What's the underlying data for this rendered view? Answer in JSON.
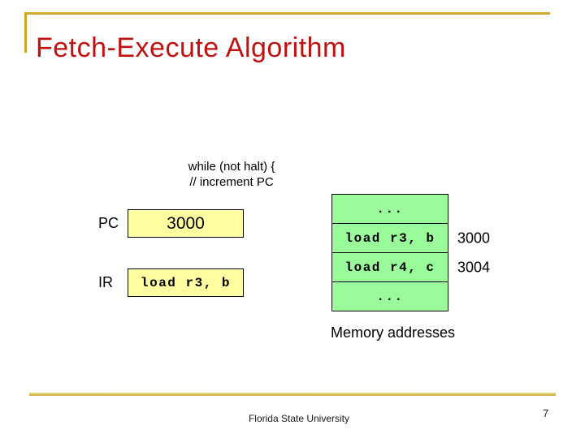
{
  "slide": {
    "title": "Fetch-Execute Algorithm",
    "code": [
      "while (not halt) {",
      "// increment PC"
    ],
    "registers": [
      {
        "label": "PC",
        "value": "3000"
      },
      {
        "label": "IR",
        "value": "load r3, b"
      }
    ],
    "memory": {
      "rows": [
        {
          "content": "...",
          "address": ""
        },
        {
          "content": "load r3, b",
          "address": "3000"
        },
        {
          "content": "load r4, c",
          "address": "3004"
        },
        {
          "content": "...",
          "address": ""
        }
      ],
      "caption": "Memory addresses"
    },
    "footer": {
      "institution": "Florida State University",
      "page": "7"
    },
    "colors": {
      "title_red": "#c01111",
      "accent_gold": "#d0a42c",
      "register_fill": "#ffffa2",
      "memory_fill": "#9afb9a",
      "text": "#000000"
    }
  }
}
